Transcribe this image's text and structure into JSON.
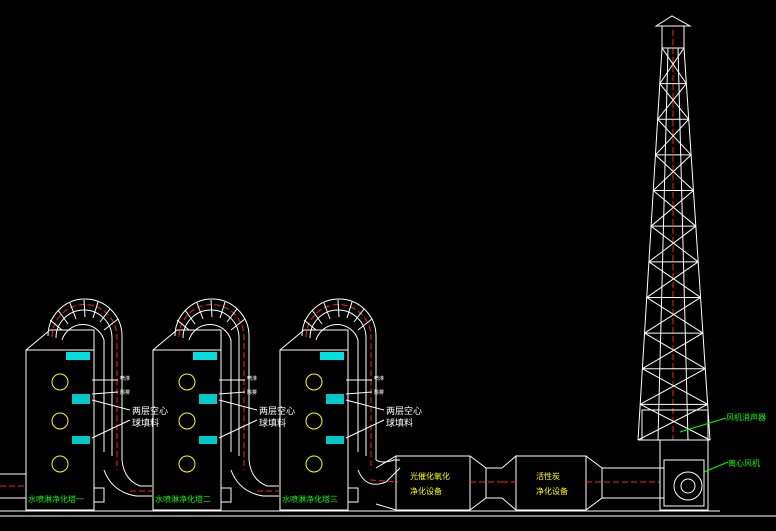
{
  "towers": [
    {
      "name": "水喷淋净化塔一",
      "packing_label": "两层空心\n球填料",
      "small_label_1": "喷淋",
      "small_label_2": "除雾"
    },
    {
      "name": "水喷淋净化塔二",
      "packing_label": "两层空心\n球填料",
      "small_label_1": "喷淋",
      "small_label_2": "除雾"
    },
    {
      "name": "水喷淋净化塔三",
      "packing_label": "两层空心\n球填料",
      "small_label_1": "喷淋",
      "small_label_2": "除雾"
    }
  ],
  "units": {
    "photo_oxidation": "光催化氧化\n净化设备",
    "activated_carbon": "活性炭\n净化设备",
    "fan_silencer": "风机消声器",
    "centrifugal_fan": "离心风机"
  },
  "colors": {
    "background": "#000000",
    "lines": "#ffffff",
    "duct_centerline": "#ff2020",
    "tower_labels": "#00ff00",
    "equipment_labels": "#ffff00",
    "packing": "#00e0e0",
    "nozzle_circles": "#ffff00"
  }
}
